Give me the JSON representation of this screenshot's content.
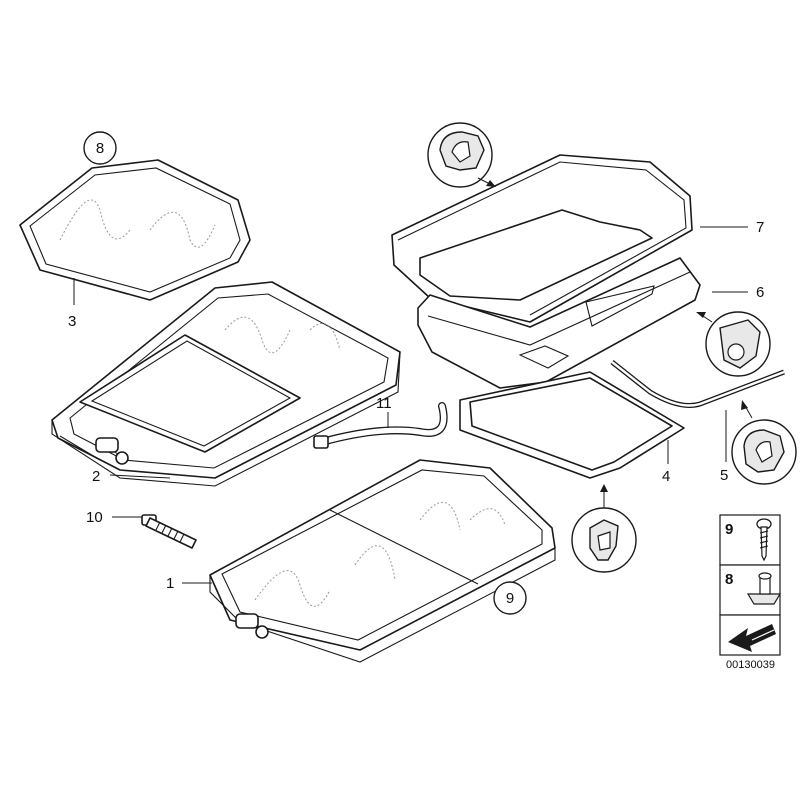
{
  "labels": {
    "part_1": "1",
    "part_2": "2",
    "part_3": "3",
    "part_4": "4",
    "part_5": "5",
    "part_6": "6",
    "part_7": "7",
    "part_8": "8",
    "part_9": "9",
    "part_10": "10",
    "part_11": "11"
  },
  "legend": {
    "item_9": "9",
    "item_8": "8"
  },
  "reference_number": "00130039",
  "colors": {
    "line": "#1a1a1a",
    "callout_fill": "#e8e8e8",
    "arrow_fill": "#1a1a1a"
  }
}
